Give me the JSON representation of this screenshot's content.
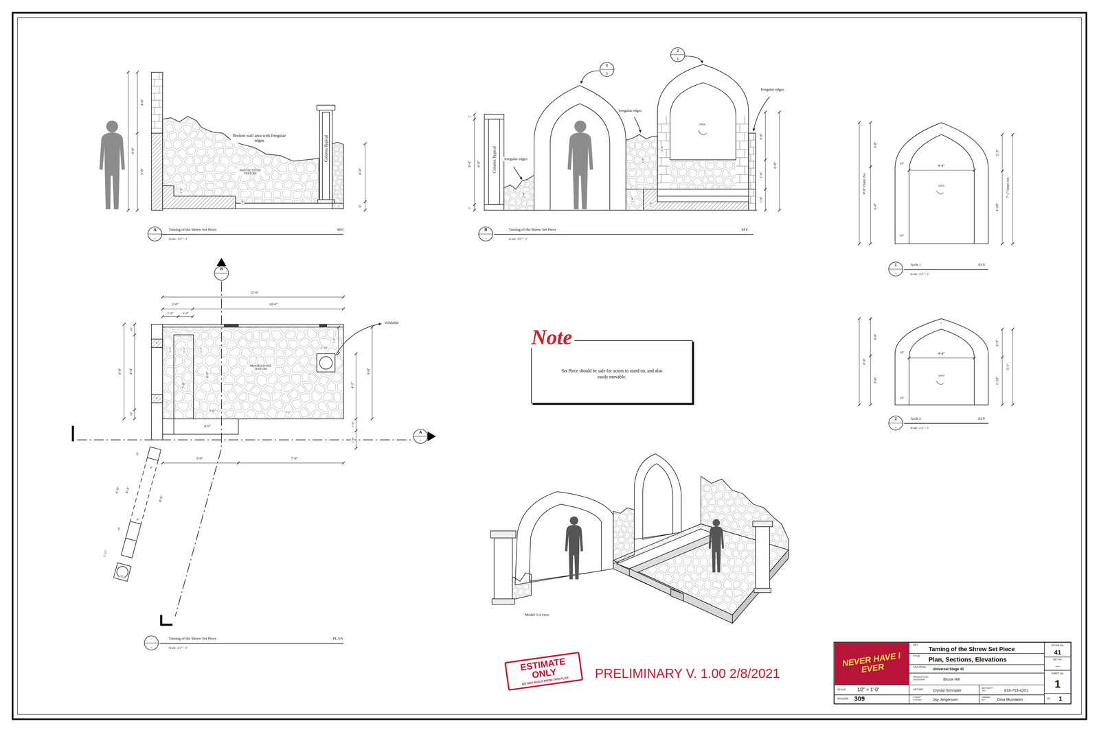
{
  "diagram": {
    "nodes": [
      {
        "text": [
          "Note",
          "Set Piece should be safe for actors to stand on, and also easily movable."
        ]
      },
      {
        "text": [
          "ESTIMATE ONLY",
          "DO NOT BUILD FROM THIS PLAN"
        ]
      },
      {
        "text": [
          "NEVER HAVE I EVER"
        ]
      }
    ],
    "labels": [
      "4'-0\"",
      "9'-0\"",
      "5'-0\"",
      "Broken wall area with Irregular edges",
      "PAINTED STONE TEXTURE",
      "Column Typical",
      "4'-0\"",
      "6\"",
      "1'-6\"",
      "1'-0\"",
      "A",
      "-",
      "Taming of the Shrew Set Piece",
      "SEC",
      "Scale: 1/2\" : 1'",
      "Column Typical",
      "6'-4\"",
      "6'-0\"",
      "2\"",
      "2\"",
      "Irregular edges",
      "2'-6\"",
      "1",
      "1",
      "2",
      "1",
      "Irregular edges",
      "Irregular edges",
      "OPEN",
      "2'-0\"",
      "3'-0\"",
      "1'-6\"",
      "1'-0\"",
      "3'-0\"",
      "6'-0\"",
      "1'-6\"",
      "1'-6\"",
      "B",
      "-",
      "Taming of the Shrew Set Piece",
      "SEC",
      "Scale: 1/2\" : 1'",
      "3'-0\"",
      "8'-0\" Outer Arc",
      "5'-0\"",
      "10\"",
      "4'-4\"",
      "OPEN",
      "10\"",
      "1'",
      "2'-3\"",
      "4'-10\"",
      "7'-1\" Inner Arc",
      "1",
      "-",
      "Arch 1",
      "ELV",
      "Scale: 1/2\" : 1'",
      "3'-0\"",
      "6'-0\"",
      "3'-0\"",
      "10\"",
      "4'-4\"",
      "OPEN",
      "10\"",
      "1'",
      "2'-3\"",
      "1'-10\"",
      "5'-1\"",
      "2",
      "-",
      "Arch 2",
      "ELV",
      "Scale: 1/2\" : 1'",
      "B",
      "-",
      "12'-0\"",
      "10'-0\"",
      "2'-0\"",
      "1'-0\"",
      "1'-0\"",
      "10\"",
      "6'-0\"",
      "4'-4\"",
      "10\"",
      "8\"",
      "8\"",
      "+0'-6\"",
      "+0'-6\"",
      "+0'-6\"",
      "7'-0\"",
      "6'-0\"",
      "PAINTED STONE TEXTURE",
      "3'-0\"",
      "4'-0\"",
      "+0'-6\"",
      "Wildable",
      "1'-6\"",
      "1'-10\"",
      "6'-0\"",
      "4'-2\"",
      "1'-0\"",
      "1'-0\"",
      "5'-0\"",
      "7'-0\"",
      "A",
      "-",
      "10\"",
      "6'-0\"",
      "4'-4\"",
      "8'-0\"",
      "8\"",
      "8\"",
      "10\"",
      "1'-11\"",
      "10\"",
      "-",
      "-",
      "Taming of the Shrew Set Piece",
      "PLAN",
      "Scale: 1/2\" : 1'",
      "Model 3/4 view",
      "PRELIMINARY V. 1.00 2/8/2021",
      "SET:",
      "Taming of the Shrew Set Piece",
      "TITLE:",
      "Plan, Sections, Elevations",
      "LOCATION:",
      "Universal Stage 41",
      "PRODUCTION DESIGNER",
      "Bruce Hill",
      "SCALE:",
      "1/2\" = 1'-0\"",
      "EPISODE",
      "309",
      "ART DIR:",
      "Crystal Schrader",
      "ART DEPT TEL:",
      "818-733-4201",
      "CONST COORD:",
      "Jay Jergensen",
      "DRAWN BY:",
      "Dina Mustakim",
      "STAGE No.",
      "41",
      "SET No.",
      "—",
      "SHEET No.",
      "1",
      "OF",
      "1"
    ]
  }
}
